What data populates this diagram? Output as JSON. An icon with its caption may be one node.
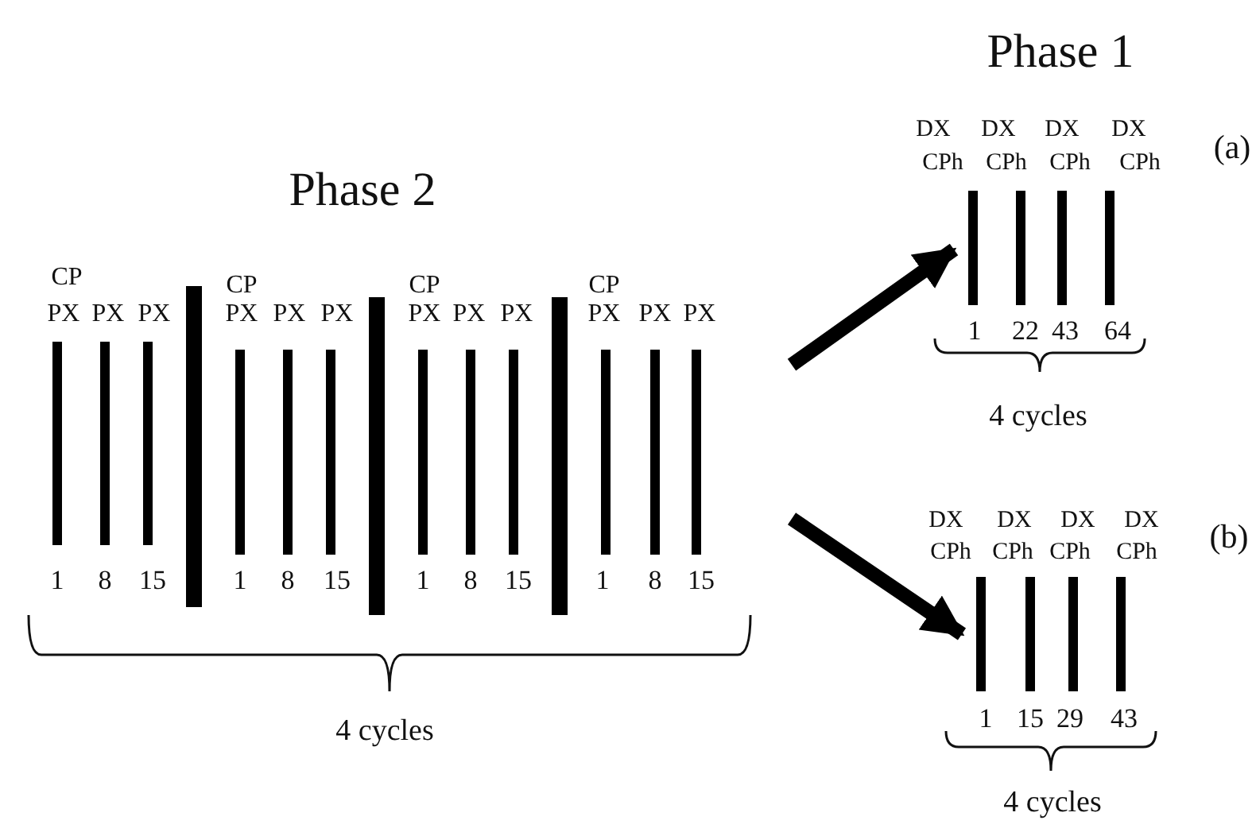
{
  "diagram": {
    "nodes": [
      {
        "text": [],
        "shape": "picture"
      },
      {
        "text": [],
        "shape": "picture"
      },
      {
        "text": [],
        "shape": "picture"
      }
    ],
    "edges": [
      {
        "from": 0,
        "to": 1,
        "arrow": "to"
      },
      {
        "from": 0,
        "to": 2,
        "arrow": "to"
      }
    ],
    "labels": [
      "Phase 1",
      "DX",
      "DX",
      "DX",
      "DX",
      "(a)",
      "CPh",
      "CPh",
      "CPh",
      "CPh",
      "Phase 2",
      "CP",
      "CP",
      "CP",
      "CP",
      "PX",
      "PX",
      "PX",
      "PX",
      "PX",
      "PX",
      "PX",
      "PX",
      "PX",
      "PX",
      "PX",
      "PX",
      "1",
      "22",
      "43",
      "64",
      "4 cycles",
      "DX",
      "DX",
      "DX",
      "DX",
      "(b)",
      "CPh",
      "CPh",
      "CPh",
      "CPh",
      "1",
      "8",
      "15",
      "1",
      "8",
      "15",
      "1",
      "8",
      "15",
      "1",
      "8",
      "15",
      "1",
      "15",
      "29",
      "43",
      "4 cycles",
      "4 cycles"
    ]
  }
}
